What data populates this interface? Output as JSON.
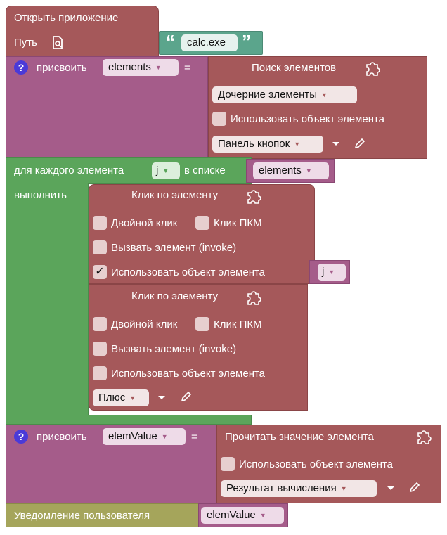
{
  "open_app": {
    "title": "Открыть приложение",
    "path_label": "Путь",
    "path_value": "calc.exe",
    "quote_open": "“",
    "quote_close": "”"
  },
  "assign1": {
    "help": "?",
    "label": "присвоить",
    "var": "elements",
    "eq": "=",
    "find": {
      "title": "Поиск элементов",
      "scope": "Дочерние элементы",
      "use_obj": "Использовать объект элемента",
      "target": "Панель кнопок"
    }
  },
  "foreach": {
    "label": "для каждого элемента",
    "var": "j",
    "in_list": "в списке",
    "list": "elements",
    "do": "выполнить"
  },
  "click1": {
    "title": "Клик по элементу",
    "double": "Двойной клик",
    "right": "Клик ПКМ",
    "invoke": "Вызвать элемент (invoke)",
    "use_obj": "Использовать объект элемента",
    "use_obj_checked": true,
    "check_mark": "✓",
    "obj_var": "j"
  },
  "click2": {
    "title": "Клик по элементу",
    "double": "Двойной клик",
    "right": "Клик ПКМ",
    "invoke": "Вызвать элемент (invoke)",
    "use_obj": "Использовать объект элемента",
    "target": "Плюс"
  },
  "assign2": {
    "help": "?",
    "label": "присвоить",
    "var": "elemValue",
    "eq": "=",
    "read": {
      "title": "Прочитать значение элемента",
      "use_obj": "Использовать объект элемента",
      "target": "Результат вычисления"
    }
  },
  "notify": {
    "label": "Уведомление пользователя",
    "var": "elemValue"
  },
  "dropdown_arrow": "▼",
  "colors": {
    "red_block": "#a5585a",
    "purple_block": "#a55c8a",
    "green_block": "#5ba55b",
    "olive_block": "#a5a55b",
    "teal_block": "#5ba58c",
    "help_icon": "#4a3ad8"
  }
}
